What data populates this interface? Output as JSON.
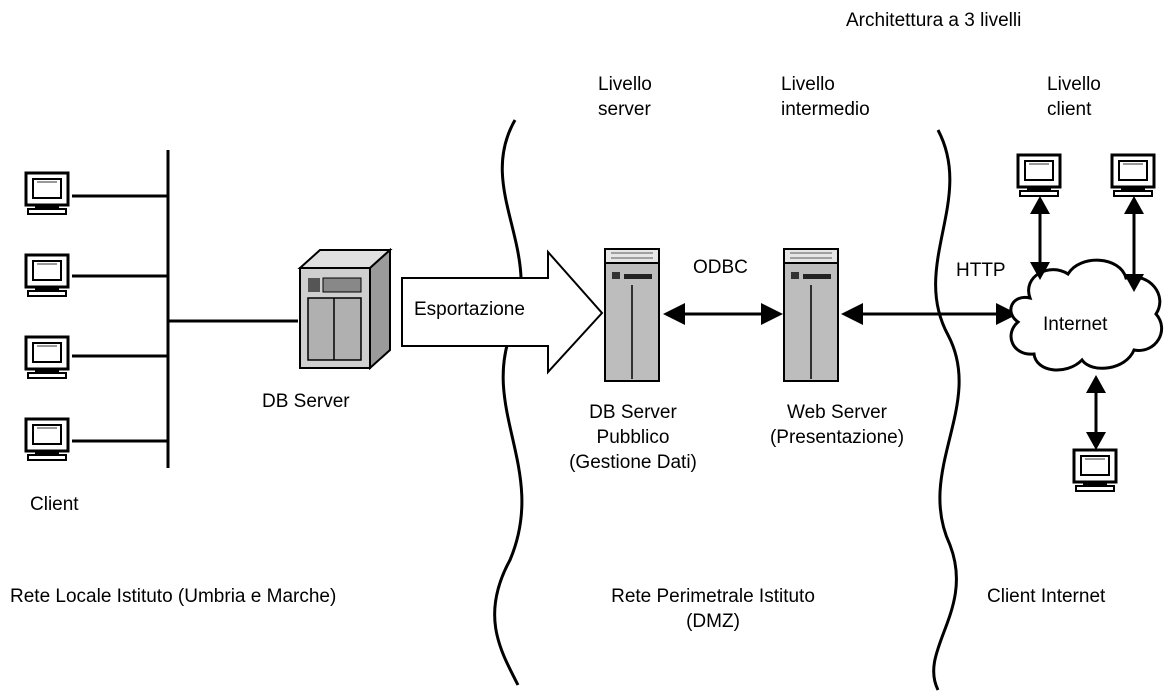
{
  "title": "Architettura a 3 livelli",
  "tiers": {
    "server": [
      "Livello",
      "server"
    ],
    "intermediate": [
      "Livello",
      "intermedio"
    ],
    "client": [
      "Livello",
      "client"
    ]
  },
  "nodes": {
    "clients_label": "Client",
    "db_server": "DB Server",
    "db_public": [
      "DB Server",
      "Pubblico",
      "(Gestione Dati)"
    ],
    "web_server": [
      "Web Server",
      "(Presentazione)"
    ],
    "internet": "Internet"
  },
  "connections": {
    "export": "Esportazione",
    "odbc": "ODBC",
    "http": "HTTP"
  },
  "zones": {
    "local": "Rete Locale Istituto (Umbria e Marche)",
    "perimeter": [
      "Rete Perimetrale Istituto",
      "(DMZ)"
    ],
    "internet": "Client Internet"
  }
}
